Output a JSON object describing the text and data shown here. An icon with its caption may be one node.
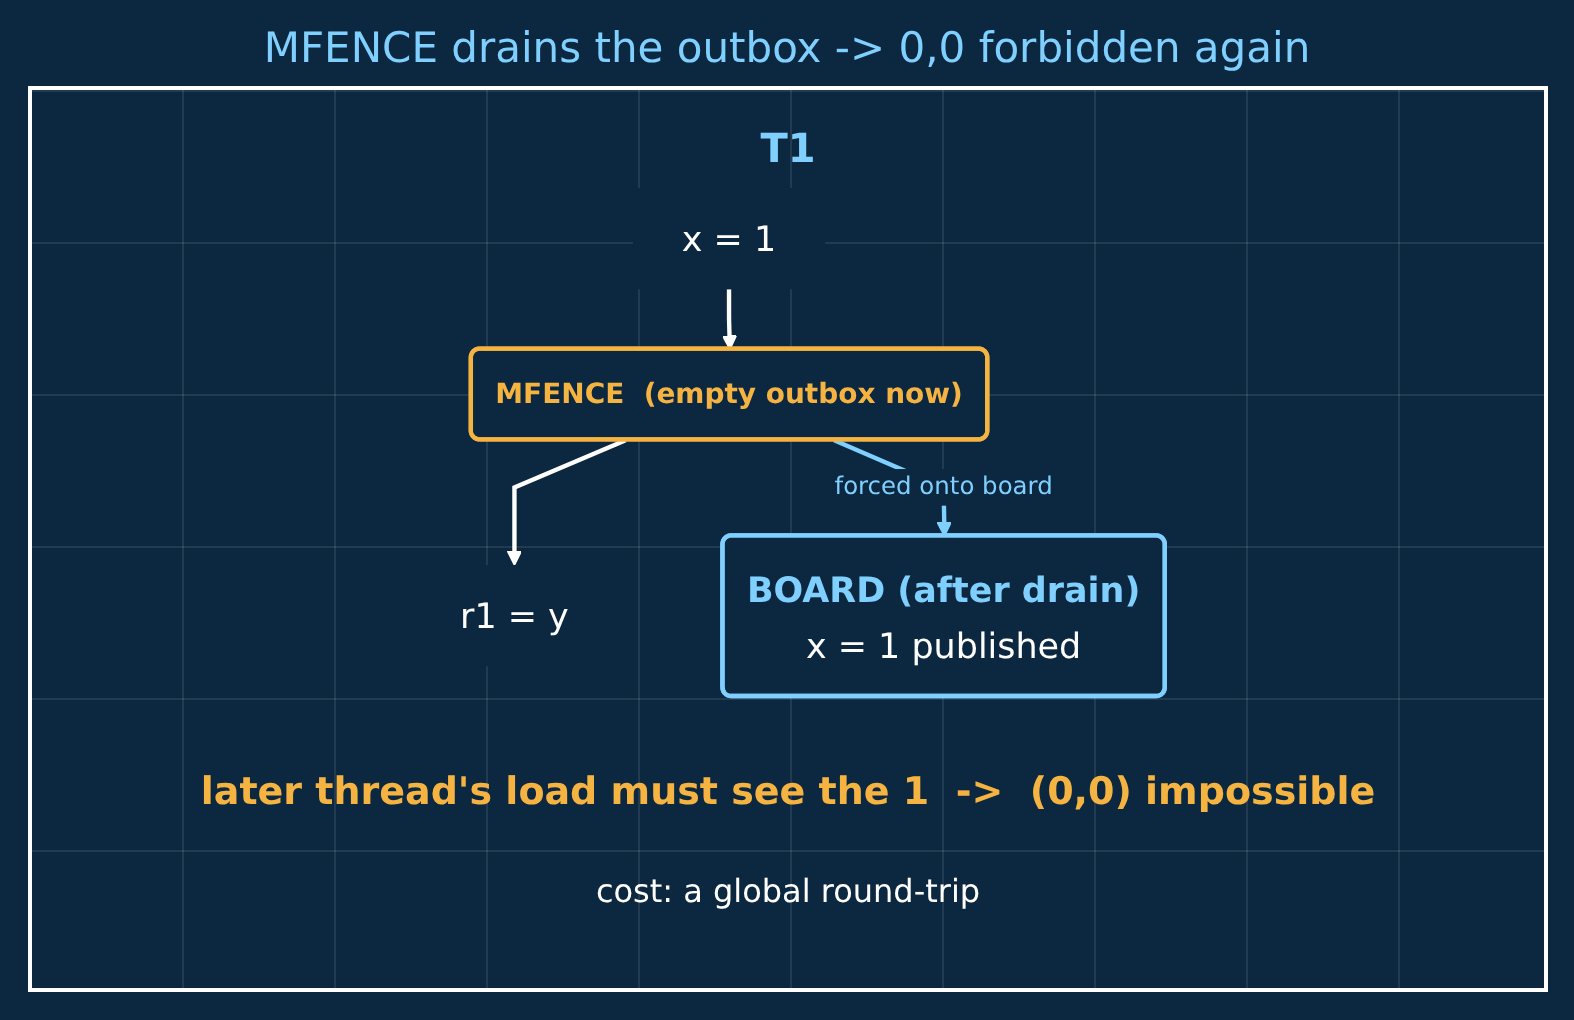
{
  "diagram": {
    "title": "MFENCE drains the outbox -> 0,0 forbidden again",
    "nodes": [
      {
        "text": [
          "x = 1"
        ]
      },
      {
        "text": [
          "MFENCE  (empty outbox now)"
        ]
      },
      {
        "text": [
          "r1 = y"
        ]
      },
      {
        "text": [
          "BOARD (after drain)",
          "x = 1 published"
        ]
      }
    ],
    "edges": [
      {
        "from": 0,
        "to": 1,
        "arrow": "to"
      },
      {
        "from": 1,
        "to": 2,
        "arrow": "to"
      },
      {
        "from": 1,
        "to": 3,
        "arrow": "to",
        "label": "forced onto board",
        "color": "#7fd0ff"
      }
    ],
    "labels": [
      "T1",
      "later thread's load must see the 1  ->  (0,0) impossible",
      "cost: a global round-trip"
    ]
  }
}
